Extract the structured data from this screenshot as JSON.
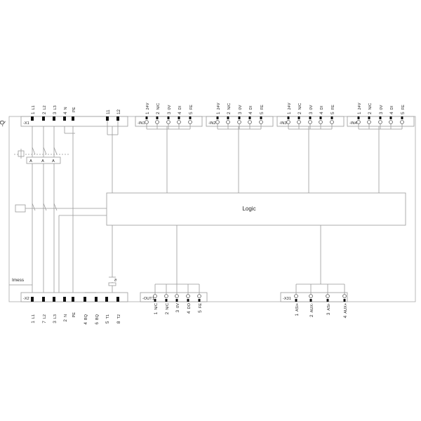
{
  "module_label": "-Q",
  "logic_label": "Logic",
  "imess_label": "Imess",
  "x1": {
    "label": "-X1",
    "pins": [
      {
        "num": "1",
        "name": "L1"
      },
      {
        "num": "2",
        "name": "L2"
      },
      {
        "num": "3",
        "name": "L3"
      },
      {
        "num": "4",
        "name": "N"
      },
      {
        "num": "",
        "name": "PE"
      },
      {
        "num": "11",
        "name": ""
      },
      {
        "num": "12",
        "name": ""
      }
    ]
  },
  "inputs": [
    {
      "label": "-IN1",
      "pins": [
        {
          "num": "1",
          "name": "24V"
        },
        {
          "num": "2",
          "name": "N/C"
        },
        {
          "num": "3",
          "name": "0V"
        },
        {
          "num": "4",
          "name": "DI"
        },
        {
          "num": "5",
          "name": "FE"
        }
      ]
    },
    {
      "label": "-IN2",
      "pins": [
        {
          "num": "1",
          "name": "24V"
        },
        {
          "num": "2",
          "name": "N/C"
        },
        {
          "num": "3",
          "name": "0V"
        },
        {
          "num": "4",
          "name": "DI"
        },
        {
          "num": "5",
          "name": "FE"
        }
      ]
    },
    {
      "label": "-IN3",
      "pins": [
        {
          "num": "1",
          "name": "24V"
        },
        {
          "num": "2",
          "name": "N/C"
        },
        {
          "num": "3",
          "name": "0V"
        },
        {
          "num": "4",
          "name": "DI"
        },
        {
          "num": "5",
          "name": "FE"
        }
      ]
    },
    {
      "label": "-IN4",
      "pins": [
        {
          "num": "1",
          "name": "24V"
        },
        {
          "num": "2",
          "name": "N/C"
        },
        {
          "num": "3",
          "name": "0V"
        },
        {
          "num": "4",
          "name": "DI"
        },
        {
          "num": "5",
          "name": "FE"
        }
      ]
    }
  ],
  "x2": {
    "label": "-X2",
    "pins": [
      {
        "num": "1",
        "name": "L1"
      },
      {
        "num": "7",
        "name": "L2"
      },
      {
        "num": "3",
        "name": "L3"
      },
      {
        "num": "2",
        "name": "N"
      },
      {
        "num": "",
        "name": "PE"
      },
      {
        "num": "4",
        "name": "BQ"
      },
      {
        "num": "6",
        "name": "BQ"
      },
      {
        "num": "5",
        "name": "T1"
      },
      {
        "num": "8",
        "name": "T2"
      }
    ]
  },
  "out1": {
    "label": "-OUT1",
    "pins": [
      {
        "num": "1",
        "name": "N/C"
      },
      {
        "num": "2",
        "name": "N/C"
      },
      {
        "num": "3",
        "name": "0V"
      },
      {
        "num": "4",
        "name": "DO"
      },
      {
        "num": "5",
        "name": "FE"
      }
    ]
  },
  "x31": {
    "label": "-X31",
    "pins": [
      {
        "num": "1",
        "name": "ASi+"
      },
      {
        "num": "2",
        "name": "AUX-"
      },
      {
        "num": "3",
        "name": "ASi-"
      },
      {
        "num": "4",
        "name": "AUX+"
      }
    ]
  }
}
